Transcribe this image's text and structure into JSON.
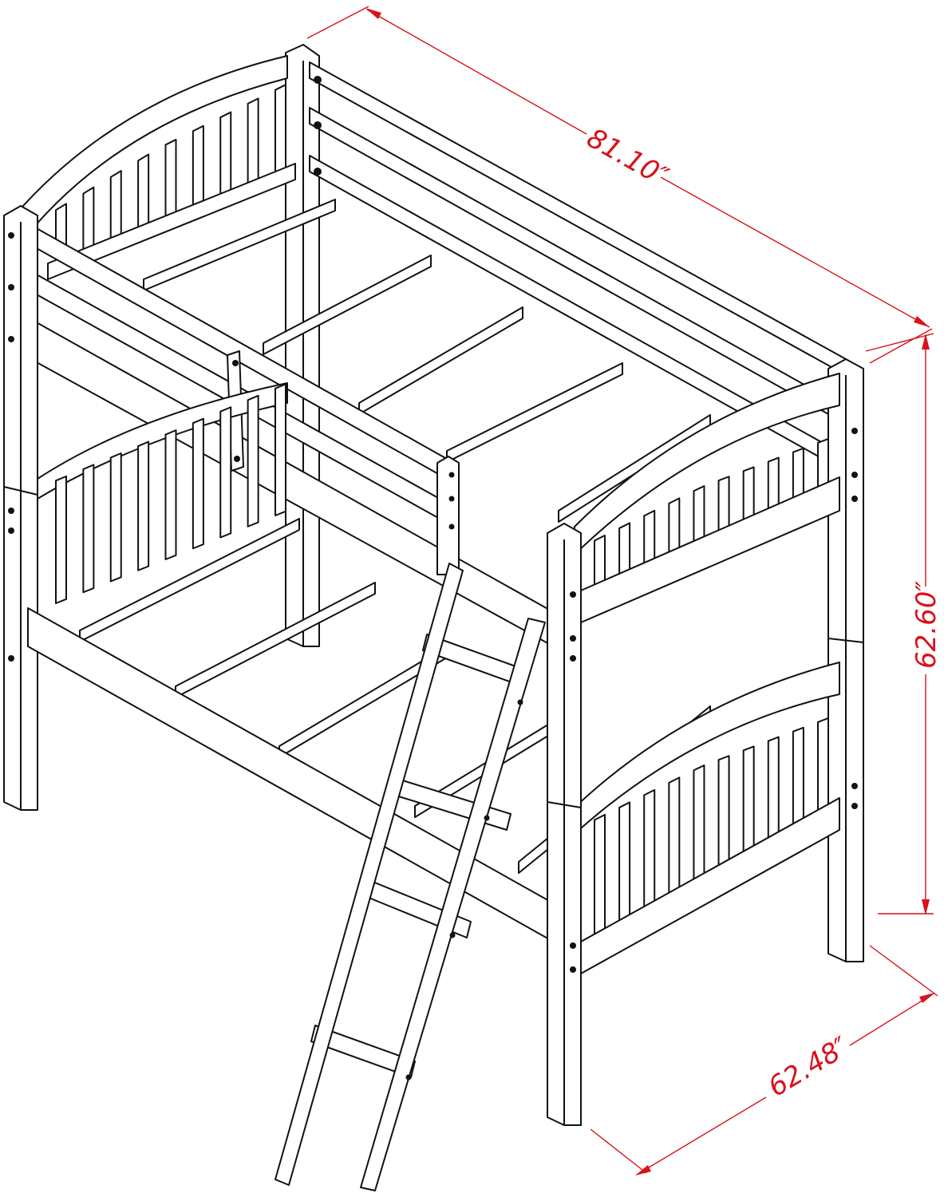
{
  "dimensions": {
    "length": "81.10″",
    "height": "62.60″",
    "width": "62.48″"
  },
  "colors": {
    "dimension": "#d8121a",
    "line": "#111111"
  }
}
